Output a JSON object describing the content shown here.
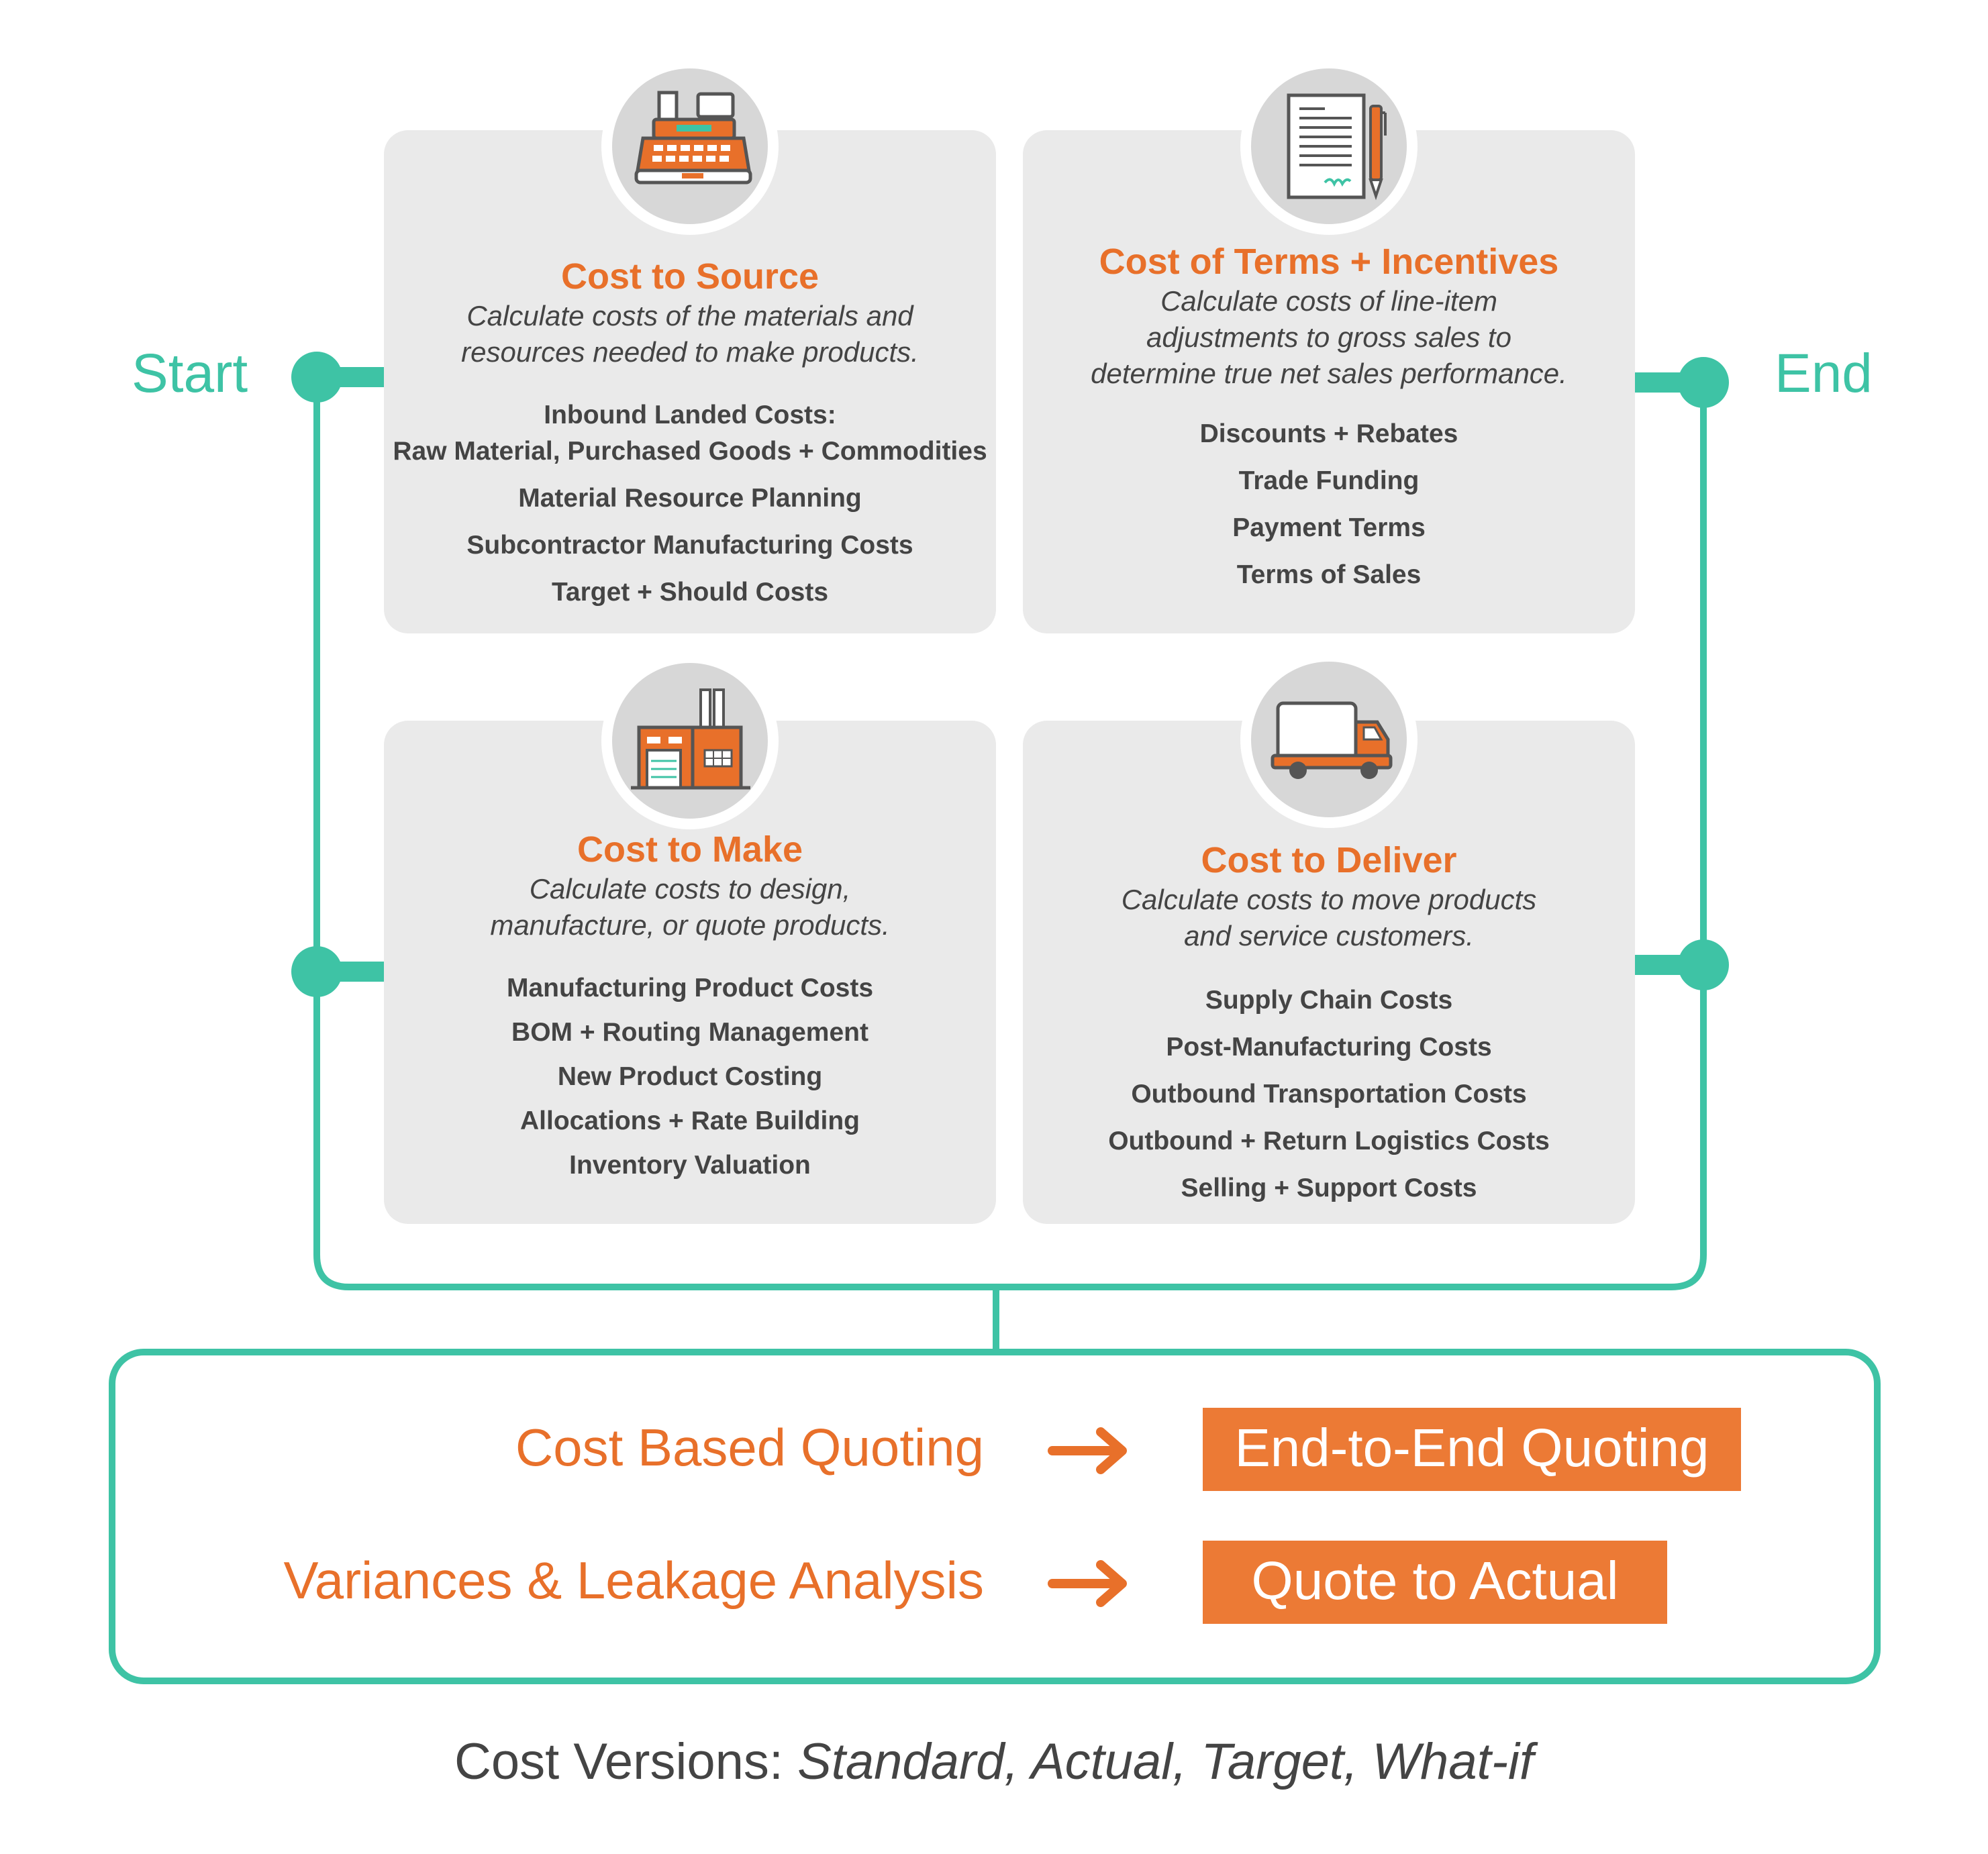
{
  "flow": {
    "start_label": "Start",
    "end_label": "End"
  },
  "cards": {
    "source": {
      "icon": "cash-register-icon",
      "title": "Cost to Source",
      "description": [
        "Calculate costs of the materials and",
        "resources needed to make products."
      ],
      "items": [
        "Inbound Landed Costs:",
        "Raw Material, Purchased Goods + Commodities",
        "Material Resource Planning",
        "Subcontractor Manufacturing Costs",
        "Target + Should Costs"
      ]
    },
    "terms": {
      "icon": "contract-document-icon",
      "title": "Cost of Terms + Incentives",
      "description": [
        "Calculate costs of line-item",
        "adjustments to gross sales to",
        "determine true net sales performance."
      ],
      "items": [
        "Discounts + Rebates",
        "Trade Funding",
        "Payment Terms",
        "Terms of Sales"
      ]
    },
    "make": {
      "icon": "factory-icon",
      "title": "Cost to Make",
      "description": [
        "Calculate costs to design,",
        "manufacture, or quote products."
      ],
      "items": [
        "Manufacturing Product Costs",
        "BOM + Routing Management",
        "New Product Costing",
        "Allocations + Rate Building",
        "Inventory Valuation"
      ]
    },
    "deliver": {
      "icon": "delivery-truck-icon",
      "title": "Cost to Deliver",
      "description": [
        "Calculate costs to move products",
        "and service customers."
      ],
      "items": [
        "Supply Chain Costs",
        "Post-Manufacturing Costs",
        "Outbound Transportation Costs",
        "Outbound + Return Logistics Costs",
        "Selling + Support Costs"
      ]
    }
  },
  "outcomes": [
    {
      "label": "Cost Based Quoting",
      "result": "End-to-End Quoting"
    },
    {
      "label": "Variances & Leakage Analysis",
      "result": "Quote to Actual"
    }
  ],
  "versions": {
    "prefix": "Cost Versions: ",
    "list": "Standard, Actual, Target, What-if"
  },
  "colors": {
    "accent_orange": "#e8702a",
    "result_box_orange": "#ec7a35",
    "teal": "#3ec3a5",
    "card_bg": "#eaeaea",
    "text_gray": "#444444"
  }
}
